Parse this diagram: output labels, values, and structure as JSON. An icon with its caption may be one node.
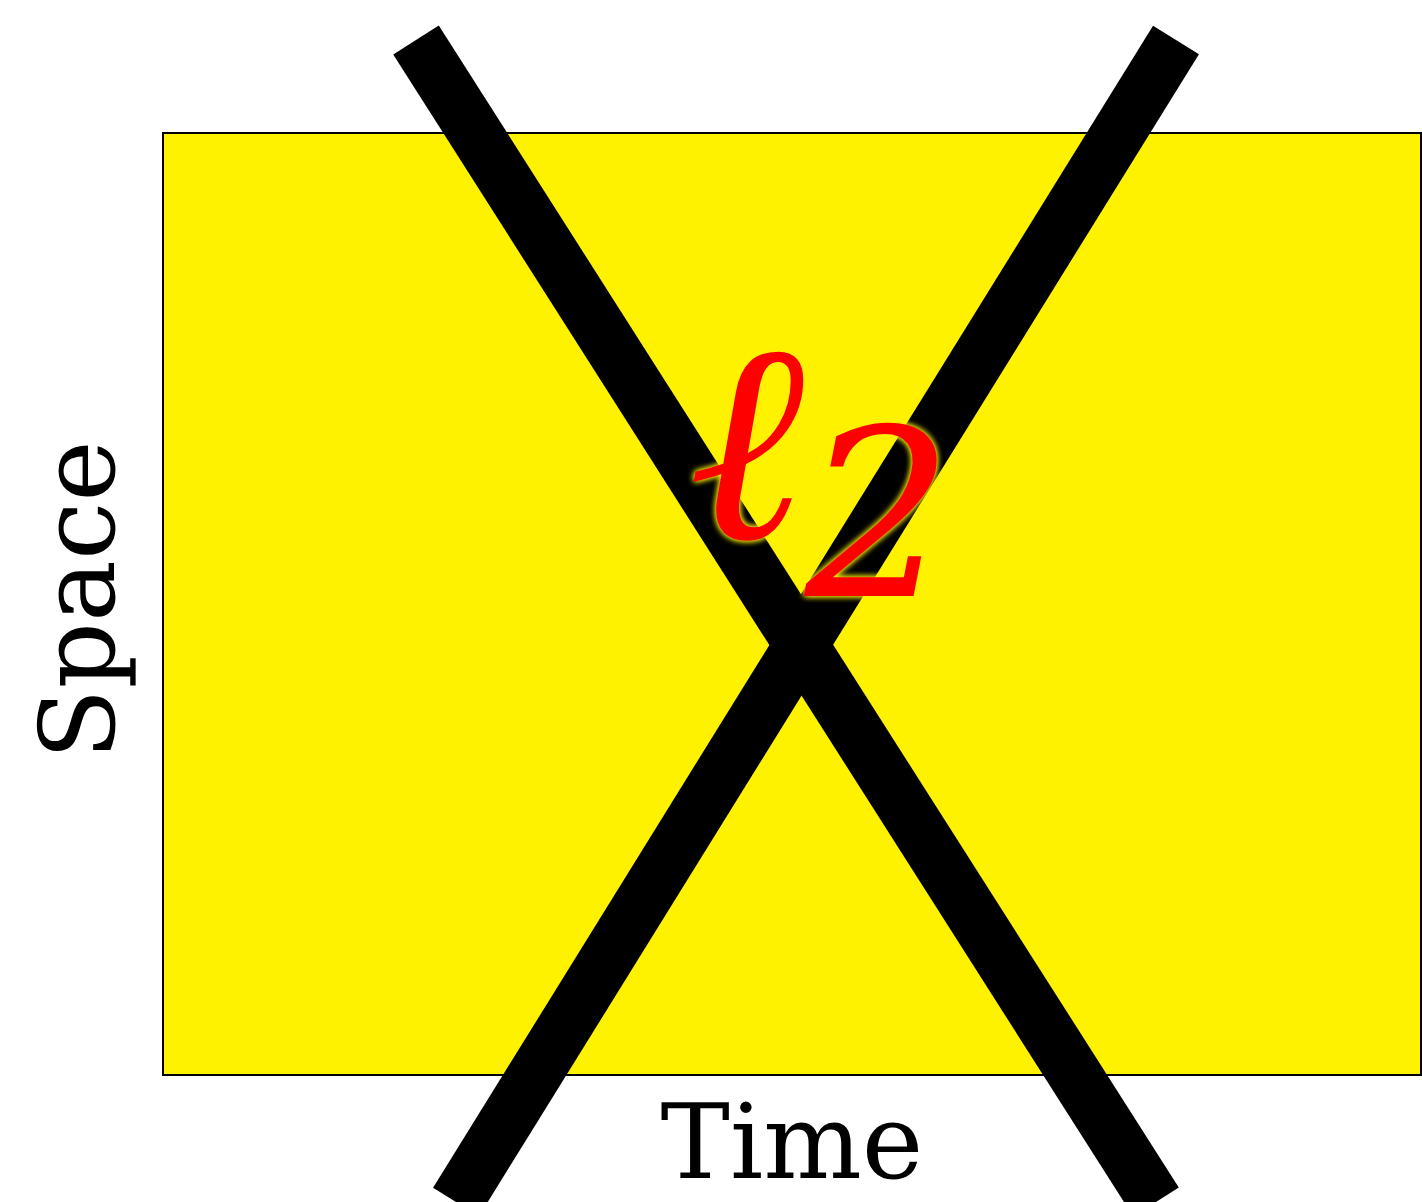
{
  "diagram": {
    "nodes": [
      {
        "text": [
          "ℓ$_{2}$"
        ]
      }
    ],
    "labels": [
      "Space",
      "Time"
    ]
  }
}
